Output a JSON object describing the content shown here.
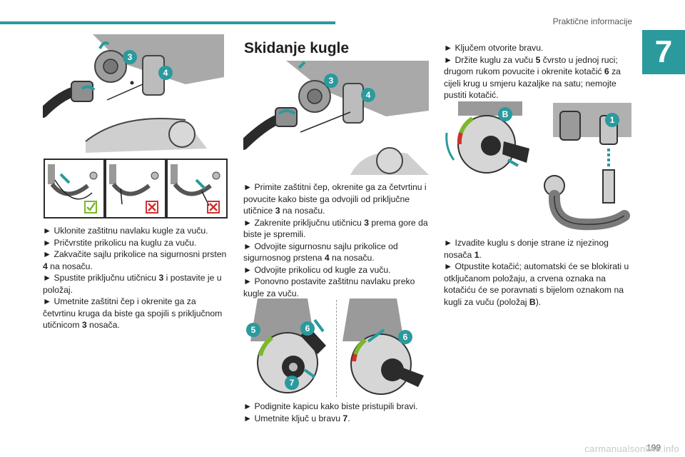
{
  "header": {
    "title": "Praktične informacije",
    "chapter": "7"
  },
  "footer": {
    "page": "199",
    "watermark": "carmanualsonline.info"
  },
  "colors": {
    "accent": "#2a9a9d",
    "ok": "#7ab929",
    "forbid": "#d0302f"
  },
  "callouts": {
    "n1": "1",
    "n3": "3",
    "n4": "4",
    "n5": "5",
    "n6": "6",
    "n7": "7",
    "nB": "B"
  },
  "col1": {
    "steps": [
      {
        "pre": "► Uklonite zaštitnu navlaku kugle za vuču."
      },
      {
        "pre": "► Pričvrstite prikolicu na kuglu za vuču."
      },
      {
        "pre": "► Zakvačite sajlu prikolice na sigurnosni prsten ",
        "b": "4",
        "post": " na nosaču."
      },
      {
        "pre": "► Spustite priključnu utičnicu ",
        "b": "3",
        "post": " i postavite je u položaj."
      },
      {
        "pre": "► Umetnite zaštitni čep i okrenite ga za četvrtinu kruga da biste ga spojili s priključnom utičnicom ",
        "b": "3",
        "post": " nosača."
      }
    ]
  },
  "col2": {
    "heading": "Skidanje kugle",
    "steps": [
      {
        "pre": "► Primite zaštitni čep, okrenite ga za četvrtinu i povucite kako biste ga odvojili od priključne utičnice ",
        "b": "3",
        "post": " na nosaču."
      },
      {
        "pre": "► Zakrenite priključnu utičnicu ",
        "b": "3",
        "post": " prema gore da biste je spremili."
      },
      {
        "pre": "► Odvojite sigurnosnu sajlu prikolice od sigurnosnog prstena ",
        "b": "4",
        "post": " na nosaču."
      },
      {
        "pre": "► Odvojite prikolicu od kugle za vuču."
      },
      {
        "pre": "► Ponovno postavite zaštitnu navlaku preko kugle za vuču."
      }
    ],
    "steps2": [
      {
        "pre": "► Podignite kapicu kako biste pristupili bravi."
      },
      {
        "pre": "► Umetnite ključ u bravu ",
        "b": "7",
        "post": "."
      }
    ]
  },
  "col3": {
    "steps": [
      {
        "pre": "► Ključem otvorite bravu."
      },
      {
        "pre": "► Držite kuglu za vuču ",
        "b": "5",
        "post": " čvrsto u jednoj ruci; drugom rukom povucite i okrenite kotačić ",
        "b2": "6",
        "post2": " za cijeli krug u smjeru kazaljke na satu; nemojte pustiti kotačić."
      }
    ],
    "steps2": [
      {
        "pre": "► Izvadite kuglu s donje strane iz njezinog nosača ",
        "b": "1",
        "post": "."
      },
      {
        "pre": "► Otpustite kotačić; automatski će se blokirati u otključanom položaju, a crvena oznaka na kotačiću će se poravnati s bijelom oznakom na kugli za vuču (položaj ",
        "b": "B",
        "post": ")."
      }
    ]
  }
}
